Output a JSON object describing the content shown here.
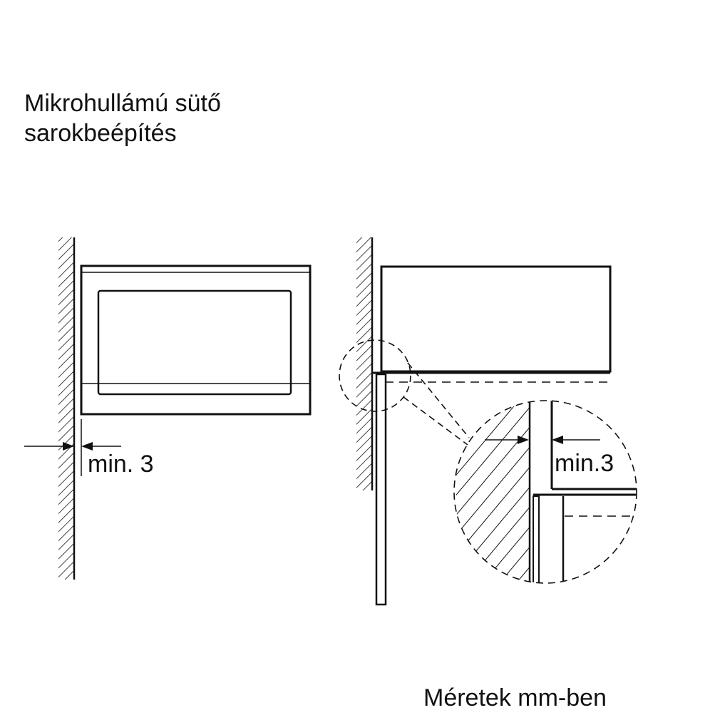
{
  "title": {
    "line1": "Mikrohullámú sütő",
    "line2": "sarokbeépítés"
  },
  "labels": {
    "left_clearance": "min. 3",
    "detail_clearance": "min.3"
  },
  "footer": {
    "units_note": "Méretek mm-ben"
  },
  "colors": {
    "line": "#111111",
    "background": "#ffffff"
  }
}
